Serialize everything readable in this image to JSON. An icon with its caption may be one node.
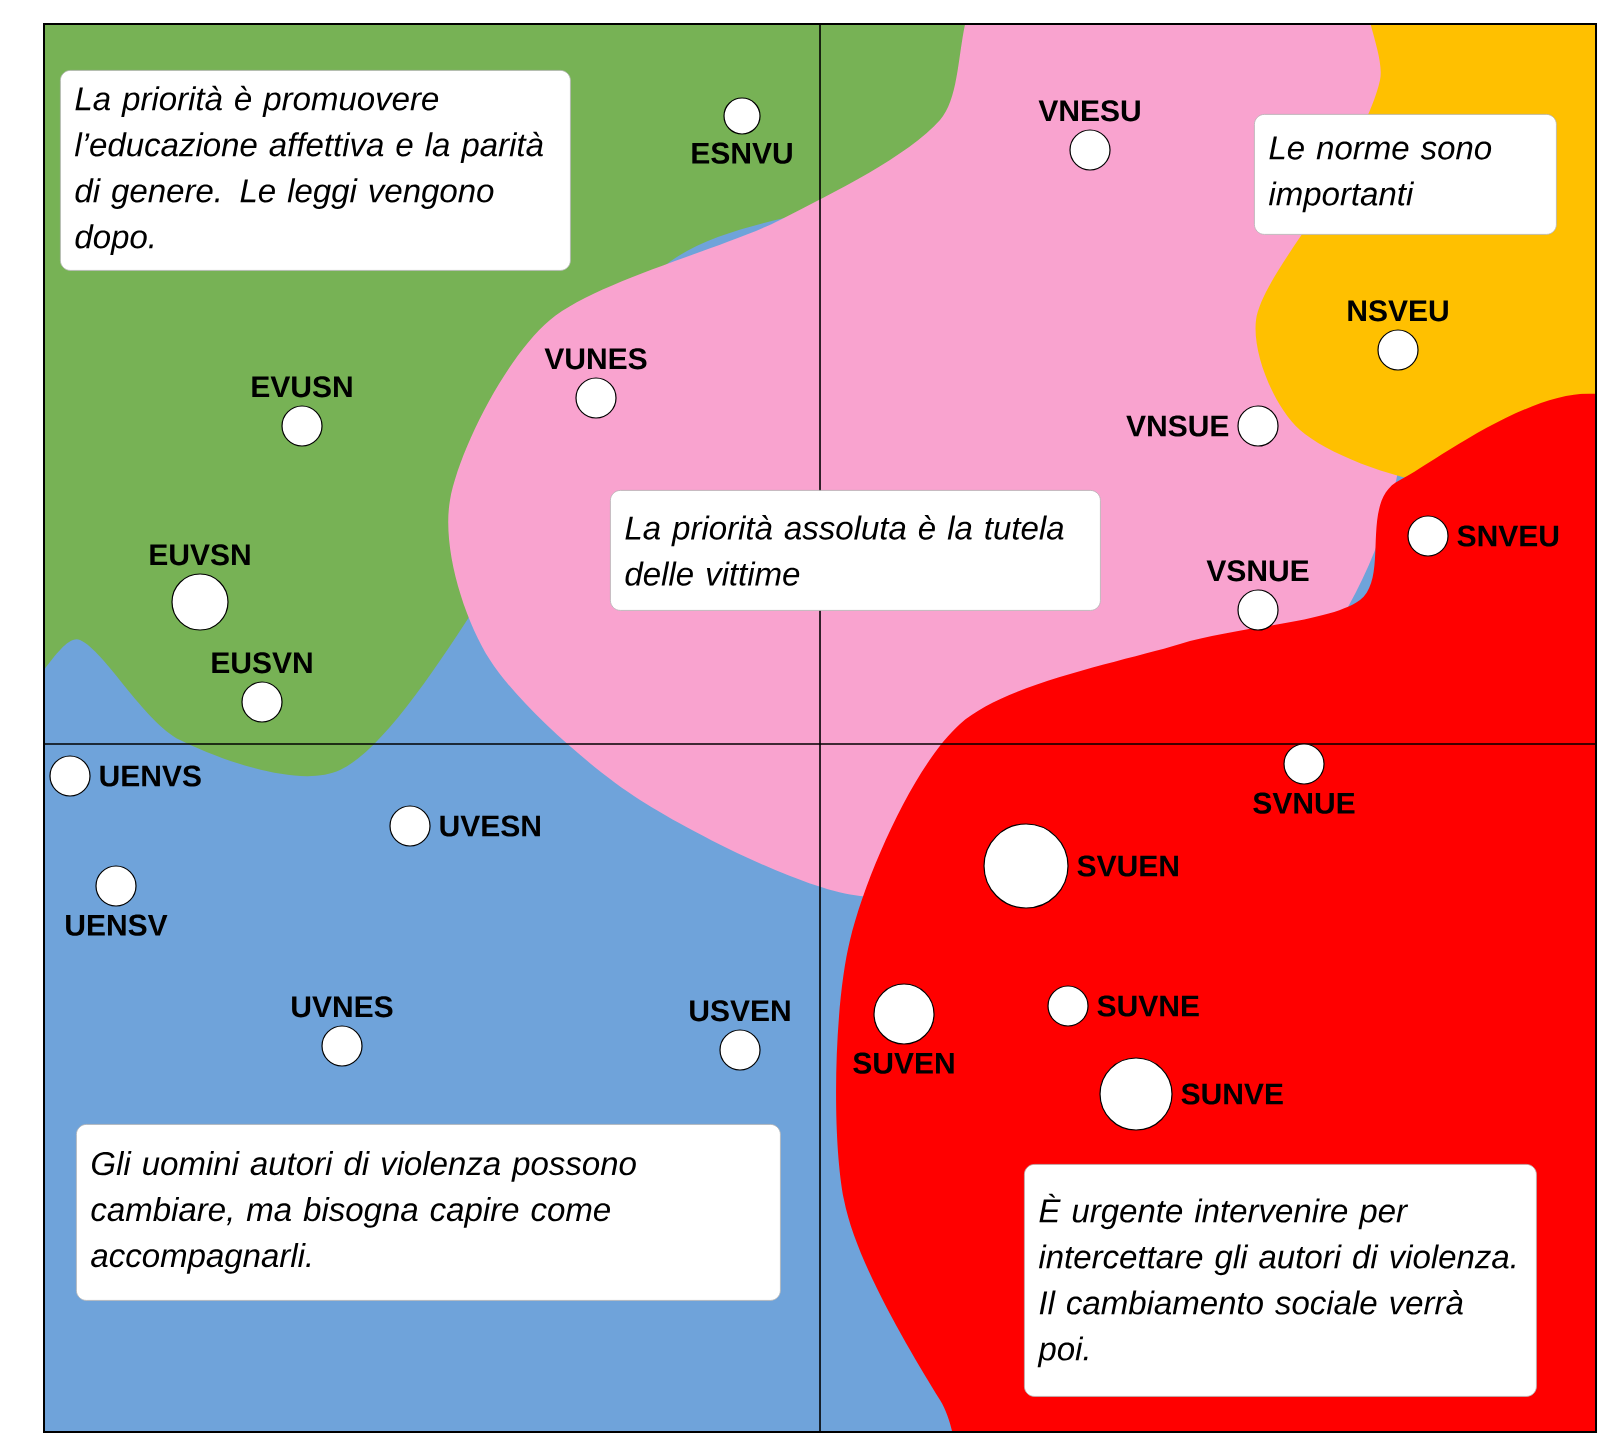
{
  "diagram": {
    "nodes": [
      {
        "text": [
          "La priorità è promuovere l’educazione affettiva e la parità di genere. Le leggi vengono dopo."
        ]
      },
      {
        "text": [
          "Le norme sono importanti"
        ]
      },
      {
        "text": [
          "La priorità assoluta è la tutela delle vittime"
        ]
      },
      {
        "text": [
          "Gli uomini autori di violenza possono cambiare, ma bisogna capire come accompagnarli."
        ]
      },
      {
        "text": [
          "È urgente intervenire per intercettare gli autori di violenza. Il cambiamento sociale verrà poi."
        ]
      },
      {
        "text": [],
        "shape": "circle",
        "beside": [
          "ESNVU"
        ]
      },
      {
        "text": [],
        "shape": "circle",
        "beside": [
          "VNESU"
        ]
      },
      {
        "text": [],
        "shape": "circle",
        "beside": [
          "NSVEU"
        ]
      },
      {
        "text": [],
        "shape": "circle",
        "beside": [
          "EVUSN"
        ]
      },
      {
        "text": [],
        "shape": "circle",
        "beside": [
          "VUNES"
        ]
      },
      {
        "text": [],
        "shape": "circle",
        "beside": [
          "VNSUE"
        ]
      },
      {
        "text": [],
        "shape": "circle",
        "beside": [
          "SNVEU"
        ]
      },
      {
        "text": [],
        "shape": "circle",
        "beside": [
          "EUVSN"
        ]
      },
      {
        "text": [],
        "shape": "circle",
        "beside": [
          "VSNUE"
        ]
      },
      {
        "text": [],
        "shape": "circle",
        "beside": [
          "EUSVN"
        ]
      },
      {
        "text": [],
        "shape": "circle",
        "beside": [
          "UENVS"
        ]
      },
      {
        "text": [],
        "shape": "circle",
        "beside": [
          "SVNUE"
        ]
      },
      {
        "text": [],
        "shape": "circle",
        "beside": [
          "UVESN"
        ]
      },
      {
        "text": [],
        "shape": "circle",
        "beside": [
          "SVUEN"
        ]
      },
      {
        "text": [],
        "shape": "circle",
        "beside": [
          "UENSV"
        ]
      },
      {
        "text": [],
        "shape": "circle",
        "beside": [
          "UVNES"
        ]
      },
      {
        "text": [],
        "shape": "circle",
        "beside": [
          "USVEN"
        ]
      },
      {
        "text": [],
        "shape": "circle",
        "beside": [
          "SUVNE"
        ]
      },
      {
        "text": [],
        "shape": "circle",
        "beside": [
          "SUVEN"
        ]
      },
      {
        "text": [],
        "shape": "circle",
        "beside": [
          "SUNVE"
        ]
      }
    ]
  }
}
